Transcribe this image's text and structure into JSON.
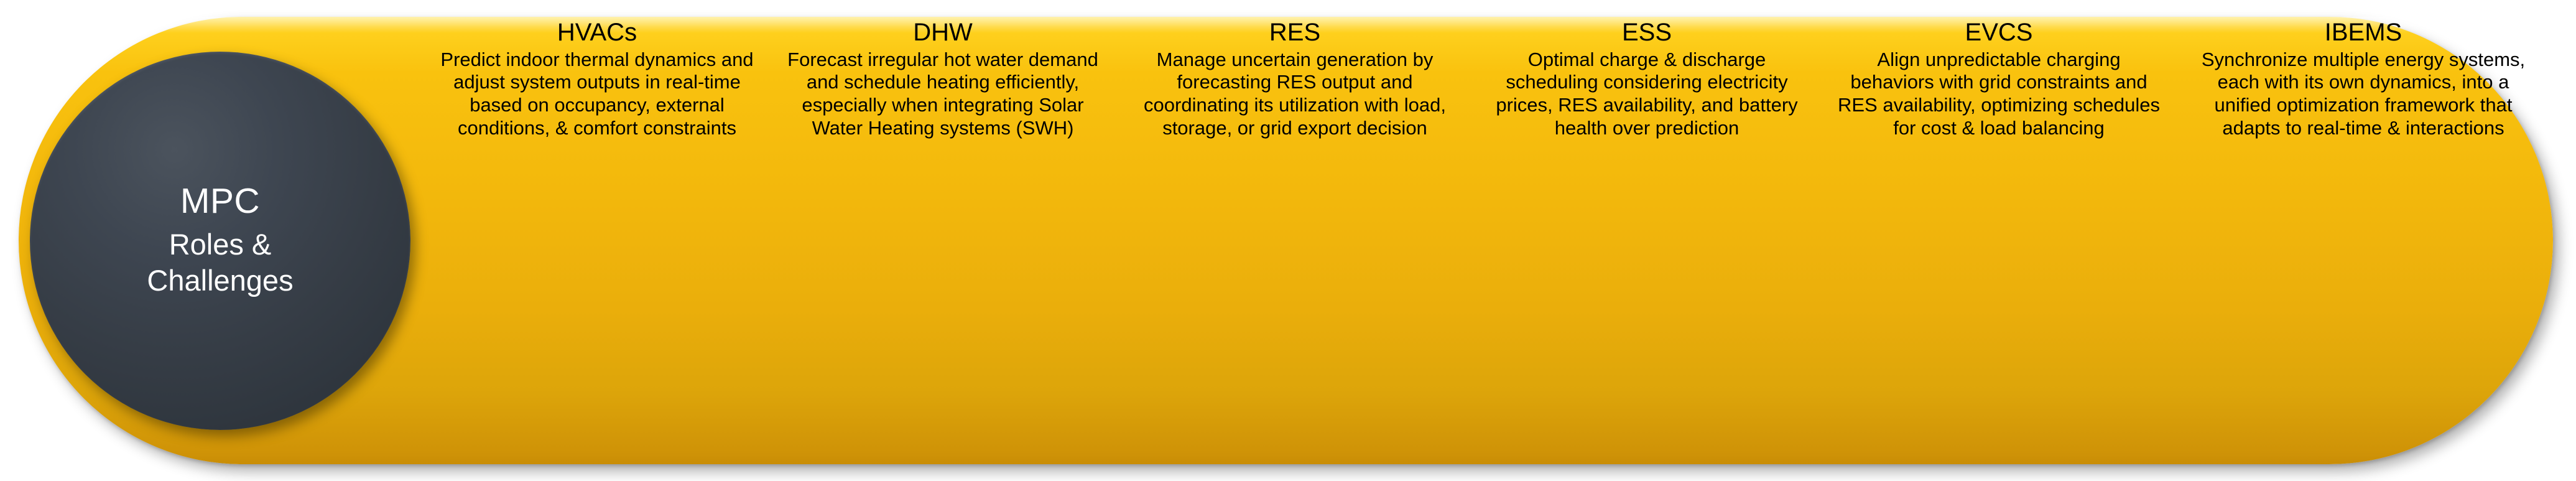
{
  "colors": {
    "pill_top": "#FFD21F",
    "pill_mid": "#F2B70C",
    "pill_bottom": "#C98D06",
    "circle": "#363D46",
    "circle_text": "#FFFFFF",
    "body_text": "#000000",
    "background": "#FFFFFF"
  },
  "hub": {
    "title": "MPC",
    "subtitle_line_1": "Roles &",
    "subtitle_line_2": "Challenges"
  },
  "columns": [
    {
      "id": "hvacs",
      "heading": "HVACs",
      "body": "Predict indoor thermal dynamics and adjust system outputs in real-time based on occupancy, external conditions, & comfort constraints"
    },
    {
      "id": "dhw",
      "heading": "DHW",
      "body": "Forecast irregular hot water demand and schedule heating efficiently, especially when integrating Solar Water Heating systems (SWH)"
    },
    {
      "id": "res",
      "heading": "RES",
      "body": "Manage uncertain generation by forecasting RES output and coordinating its utilization with load, storage, or grid export decision"
    },
    {
      "id": "ess",
      "heading": "ESS",
      "body": "Optimal charge & discharge scheduling considering electricity prices, RES availability, and battery health over prediction"
    },
    {
      "id": "evcs",
      "heading": "EVCS",
      "body": "Align unpredictable charging behaviors with grid constraints and RES availability, optimizing schedules for cost & load balancing"
    },
    {
      "id": "ibems",
      "heading": "IBEMS",
      "body": "Synchronize multiple energy systems, each with its own dynamics, into a unified optimization framework that adapts to real-time & interactions"
    }
  ]
}
